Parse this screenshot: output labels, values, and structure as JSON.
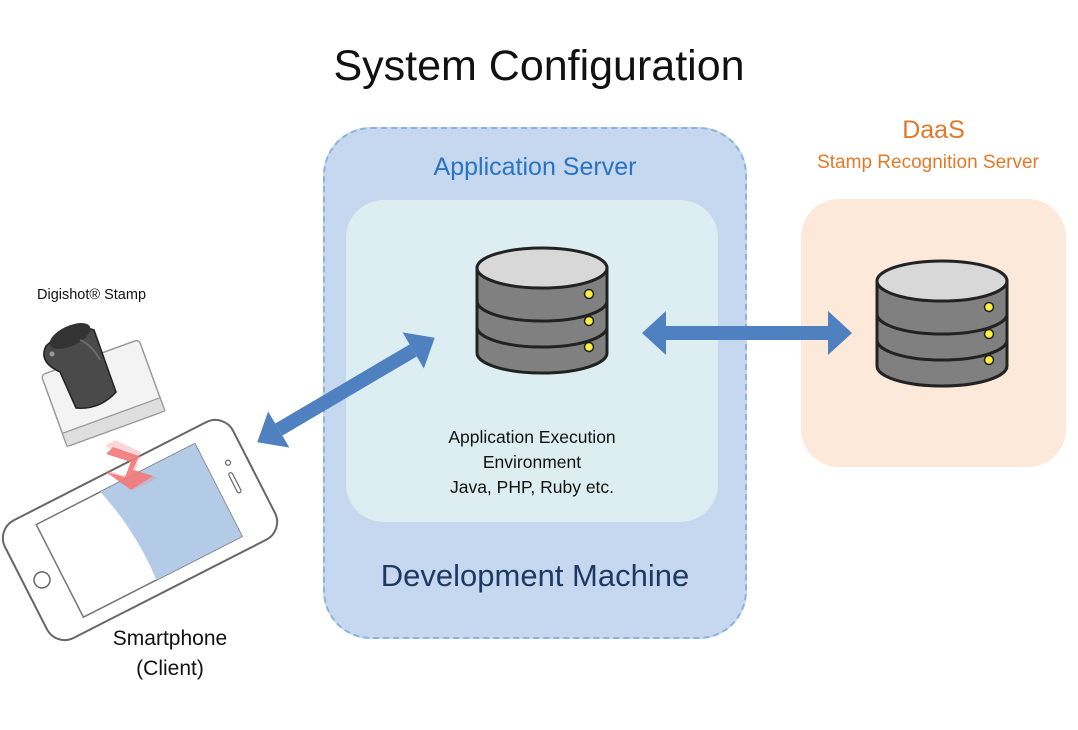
{
  "title": "System Configuration",
  "dev_machine": {
    "label": "Development Machine",
    "app_server": {
      "label": "Application Server",
      "env_lines": [
        "Application Execution",
        "Environment",
        "Java, PHP, Ruby etc."
      ]
    }
  },
  "daas": {
    "label": "DaaS",
    "subtitle": "Stamp Recognition Server"
  },
  "client": {
    "stamp_label": "Digishot® Stamp",
    "phone_lines": [
      "Smartphone",
      "(Client)"
    ]
  },
  "colors": {
    "arrow": "#4f80bf",
    "server_fill": "#808080",
    "server_light": "#ffee44",
    "dev_box": "#c5d8ef",
    "env_box": "#ddeef3",
    "daas_box": "#fce9da",
    "accent_blue": "#2a74bf",
    "accent_orange": "#e07a2a"
  }
}
